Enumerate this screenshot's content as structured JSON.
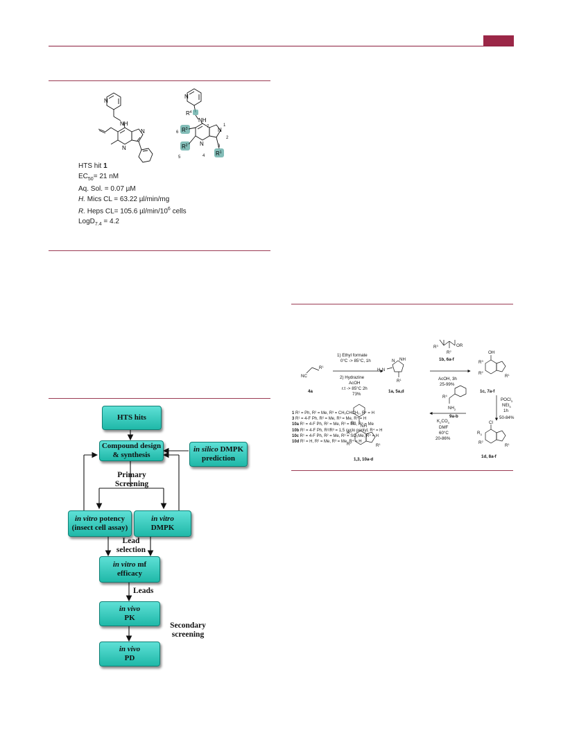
{
  "figure1": {
    "hit_label": "HTS hit",
    "hit_number": "1",
    "ec50_label": "EC",
    "ec50_sub": "50",
    "ec50_value": "= 21 nM",
    "solubility": "Aq. Sol. = 0.07 µM",
    "hmics_species": "H.",
    "hmics_value": " Mics CL = 63.22 µl/min/mg",
    "rheps_species": "R.",
    "rheps_value": " Heps CL= 105.6 µl/min/10",
    "rheps_exp": "6",
    "rheps_unit": " cells",
    "logd_label": "LogD",
    "logd_sub": "7.4",
    "logd_value": " = 4.2",
    "nh": "NH",
    "n": "N",
    "r1": "R",
    "r2": "R",
    "r3": "R",
    "r4": "R",
    "pos1": "1",
    "pos2": "2",
    "pos3": "3",
    "pos4": "4",
    "pos5": "5",
    "pos6": "6",
    "pos7": "7",
    "s1": "1",
    "s2": "2",
    "s3": "3",
    "s4": "4"
  },
  "flowchart": {
    "hts_hits": "HTS hits",
    "compound_design_1": "Compound design",
    "compound_design_2": "& synthesis",
    "in_silico_italic": "in silico",
    "in_silico_rest": " DMPK",
    "in_silico_2": "prediction",
    "primary_1": "Primary",
    "primary_2": "Screening",
    "potency_italic": "in vitro",
    "potency_rest": " potency",
    "potency_2": "(insect cell assay)",
    "dmpk_italic": "in vitro",
    "dmpk_2": "DMPK",
    "lead_1": "Lead",
    "lead_2": "selection",
    "mf_italic": "in vitro",
    "mf_rest": " mf",
    "mf_2": "efficacy",
    "leads": "Leads",
    "pk_italic": "in vivo",
    "pk_2": "PK",
    "pd_italic": "in vivo",
    "pd_2": "PD",
    "secondary_1": "Secondary",
    "secondary_2": "screening"
  },
  "scheme": {
    "step1_1": "1) Ethyl formate",
    "step1_2": "0°C -> 85°C, 1h",
    "step1_3": "2) Hydrazine",
    "step1_4": "AcOH",
    "step1_5": "r.t -> 85°C 2h",
    "step1_6": "73%",
    "cmpd_4a": "4a",
    "cmpd_1a": "1a, 5a,d",
    "reagent_1b": "1b, 6a-f",
    "step2_1": "AcOH, 3h",
    "step2_2": "25-99%",
    "cmpd_1c": "1c, 7a-f",
    "step3_1": "POCl",
    "step3_1sub": "3",
    "step3_2": "NEt",
    "step3_2sub": "3",
    "step3_3": "1h",
    "step3_4": "50-84%",
    "cmpd_1d": "1d, 8a-f",
    "reagent_9a": "9a-b",
    "step4_1": "K",
    "step4_1b": "CO",
    "step4_2": "DMF",
    "step4_3": "60°C",
    "step4_4": "20-86%",
    "cmpd_final": "1,3, 10a-d",
    "nc": "NC",
    "nh": "NH",
    "nh2": "NH",
    "h2n": "H",
    "oh": "OH",
    "cl": "Cl",
    "or": "OR",
    "n": "N",
    "r": "R"
  },
  "legend": [
    {
      "id": "1",
      "text": " R¹ = Ph, R² = Me, R³ = CH₂CHCH₂, R⁴ = H"
    },
    {
      "id": "3",
      "text": " R¹ = 4-F Ph, R² = Me, R³ = Me, R⁴ = H"
    },
    {
      "id": "10a",
      "text": " R¹ = 4-F Ph, R² = Me, R³ = Me, R⁴ = Me"
    },
    {
      "id": "10b",
      "text": " R¹ = 4-F Ph, R²/R³ = 1,5 cyclo pentyl, R⁴ = H"
    },
    {
      "id": "10c",
      "text": " R¹ = 4-F Ph, R² = Me, R³ = SO₂Me, R⁴ = H"
    },
    {
      "id": "10d",
      "text": " R¹ = H, R² = Me, R³ = Me, R⁴ = H"
    }
  ],
  "colors": {
    "accent": "#9b2747",
    "rule": "#9a3a52",
    "box_fill": "#2cc8b8",
    "highlight": "#5aa7a0"
  }
}
